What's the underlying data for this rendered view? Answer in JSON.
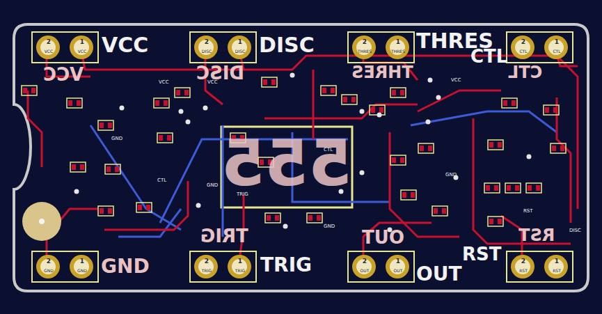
{
  "diagram": {
    "nodes": [
      {
        "text": [
          "2",
          "VCC",
          "1",
          "VCC"
        ]
      },
      {
        "text": [
          "2",
          "DISC",
          "1",
          "DISC"
        ]
      },
      {
        "text": [
          "2",
          "THRES",
          "1",
          "THRES"
        ]
      },
      {
        "text": [
          "2",
          "CTL",
          "1",
          "CTL"
        ]
      },
      {
        "text": [
          "2",
          "GND",
          "1",
          "GND"
        ]
      },
      {
        "text": [
          "2",
          "TRIG",
          "1",
          "TRIG"
        ]
      },
      {
        "text": [
          "2",
          "OUT",
          "1",
          "OUT"
        ]
      },
      {
        "text": [
          "2",
          "RST",
          "1",
          "RST"
        ]
      }
    ],
    "labels": [
      "VCC",
      "DISC",
      "THRES",
      "CTL",
      "GND",
      "TRIG",
      "OUT",
      "RST",
      "VCC",
      "DISC",
      "THRES",
      "CTL",
      "TRIG",
      "OUT",
      "RST",
      "555",
      "GND",
      "CTL",
      "GND",
      "TRIG",
      "CTL",
      "GND",
      "GND",
      "VCC",
      "VCC",
      "VCC",
      "RST",
      "DISC"
    ]
  }
}
